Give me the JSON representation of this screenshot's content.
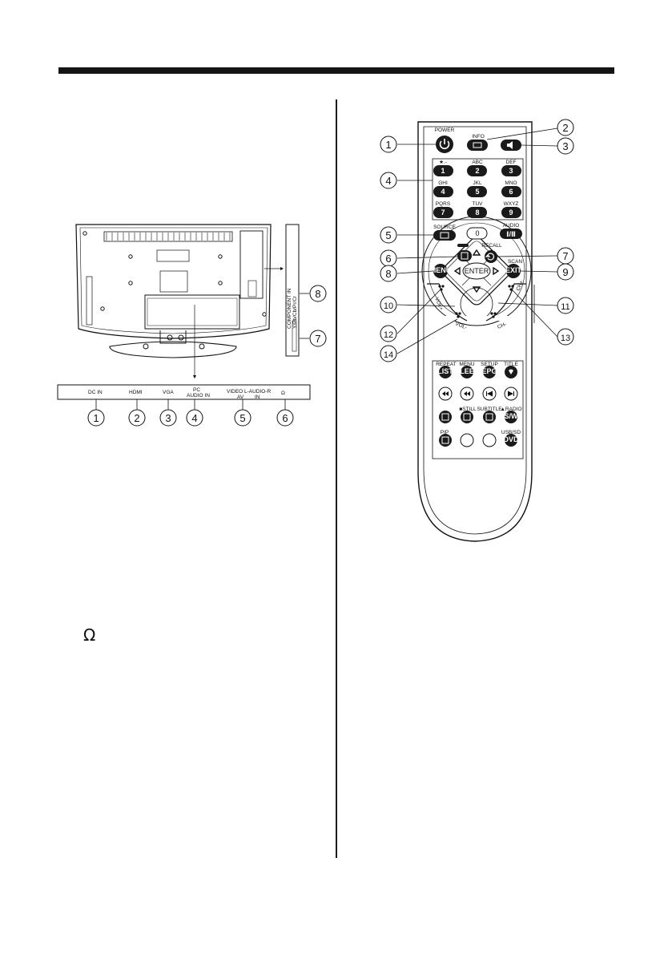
{
  "tv_panel": {
    "labels": [
      "DC IN",
      "HDMI",
      "VGA",
      "PC",
      "AUDIO IN",
      "VIDEO",
      "L-AUDIO-R",
      "AV",
      "IN"
    ],
    "side_labels": [
      "COMPONENT IN",
      "Y/Pb/Cb/Pr/Cr"
    ],
    "headphone_symbol": "Ω",
    "callouts": [
      "1",
      "2",
      "3",
      "4",
      "5",
      "6",
      "7",
      "8"
    ]
  },
  "remote": {
    "top_labels": [
      "POWER",
      "INFO"
    ],
    "digit_letters": [
      "★.-",
      "ABC",
      "DEF",
      "GHI",
      "JKL",
      "MNO",
      "PQRS",
      "TUV",
      "WXYZ"
    ],
    "digits": [
      "1",
      "2",
      "3",
      "4",
      "5",
      "6",
      "7",
      "8",
      "9",
      "0"
    ],
    "labels": [
      "SOURCE",
      "AUDIO",
      "RECALL",
      "SCAN",
      "MENU",
      "EXIT",
      "ENTER",
      "VOL+",
      "VOL-",
      "CH+",
      "CH-"
    ],
    "audio_key": "Ⅰ/Ⅱ",
    "func_labels": [
      "REPEAT",
      "MENU",
      "SETUP",
      "TITLE",
      "■STILL",
      "SUBTITLE",
      "▲RADIO",
      "PIP",
      "USB/SD"
    ],
    "func_keys": [
      "LIST",
      "SLEEP",
      "EPG",
      "S/W",
      "DVD"
    ],
    "callouts": [
      "1",
      "2",
      "3",
      "4",
      "5",
      "6",
      "7",
      "8",
      "9",
      "10",
      "11",
      "12",
      "13",
      "14"
    ]
  },
  "icons": [
    "power-icon",
    "mute-icon",
    "headphone-icon",
    "arrow-up-icon",
    "arrow-down-icon",
    "arrow-left-icon",
    "arrow-right-icon",
    "rewind-icon",
    "fast-forward-icon",
    "skip-prev-icon",
    "skip-next-icon",
    "play-pause-icon"
  ]
}
